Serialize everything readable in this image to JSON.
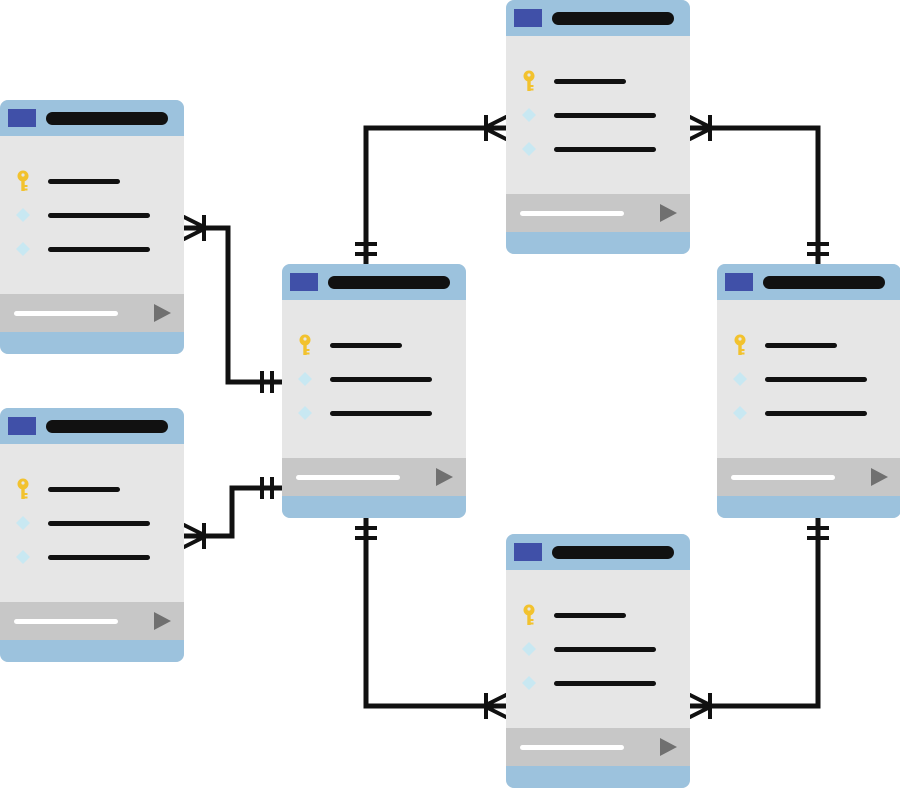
{
  "colors": {
    "header": "#9cc2dd",
    "header_square": "#4050a8",
    "body": "#e6e6e6",
    "footer": "#c7c7c7",
    "title_bar": "#111111",
    "key": "#f2c22e",
    "diamond": "#c8e8f2",
    "connector": "#111111",
    "play": "#707070"
  },
  "tables": [
    {
      "id": "left-top",
      "rows": [
        {
          "icon": "key-icon",
          "line": "short"
        },
        {
          "icon": "diamond-icon",
          "line": "long"
        },
        {
          "icon": "diamond-icon",
          "line": "long"
        }
      ]
    },
    {
      "id": "left-bottom",
      "rows": [
        {
          "icon": "key-icon",
          "line": "short"
        },
        {
          "icon": "diamond-icon",
          "line": "long"
        },
        {
          "icon": "diamond-icon",
          "line": "long"
        }
      ]
    },
    {
      "id": "center",
      "rows": [
        {
          "icon": "key-icon",
          "line": "short"
        },
        {
          "icon": "diamond-icon",
          "line": "long"
        },
        {
          "icon": "diamond-icon",
          "line": "long"
        }
      ]
    },
    {
      "id": "top",
      "rows": [
        {
          "icon": "key-icon",
          "line": "short"
        },
        {
          "icon": "diamond-icon",
          "line": "long"
        },
        {
          "icon": "diamond-icon",
          "line": "long"
        }
      ]
    },
    {
      "id": "right",
      "rows": [
        {
          "icon": "key-icon",
          "line": "short"
        },
        {
          "icon": "diamond-icon",
          "line": "long"
        },
        {
          "icon": "diamond-icon",
          "line": "long"
        }
      ]
    },
    {
      "id": "bottom",
      "rows": [
        {
          "icon": "key-icon",
          "line": "short"
        },
        {
          "icon": "diamond-icon",
          "line": "long"
        },
        {
          "icon": "diamond-icon",
          "line": "long"
        }
      ]
    }
  ],
  "relationships": [
    {
      "from": "left-top",
      "to": "center",
      "from_end": "crow-foot-one",
      "to_end": "mandatory-one"
    },
    {
      "from": "left-bottom",
      "to": "center",
      "from_end": "crow-foot-one",
      "to_end": "mandatory-one"
    },
    {
      "from": "center",
      "to": "top",
      "from_end": "mandatory-one",
      "to_end": "crow-foot-one"
    },
    {
      "from": "right",
      "to": "top",
      "from_end": "mandatory-one",
      "to_end": "crow-foot-one"
    },
    {
      "from": "center",
      "to": "bottom",
      "from_end": "mandatory-one",
      "to_end": "crow-foot-one"
    },
    {
      "from": "right",
      "to": "bottom",
      "from_end": "mandatory-one",
      "to_end": "crow-foot-one"
    }
  ]
}
